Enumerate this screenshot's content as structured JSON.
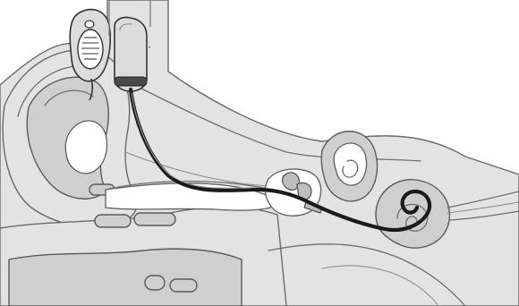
{
  "diagram": {
    "kind": "cochlear-implant-cross-section",
    "colors": {
      "background": "#ffffff",
      "tissue": "#e3e3e3",
      "tissue_dark": "#cfcfcf",
      "outline": "#6a6a6a",
      "lead_wire": "#1a1a1a",
      "device_body": "#dcdcdc"
    },
    "parts": [
      {
        "id": "sound-processor",
        "icon": "sound-processor-icon"
      },
      {
        "id": "transmitter-coil",
        "icon": "transmitter-coil-icon"
      },
      {
        "id": "electrode-lead",
        "icon": "electrode-lead-icon"
      },
      {
        "id": "ossicles",
        "icon": "ossicles-icon"
      },
      {
        "id": "semicircular-canals",
        "icon": "semicircular-canals-icon"
      },
      {
        "id": "cochlea",
        "icon": "cochlea-icon"
      },
      {
        "id": "auditory-nerve",
        "icon": "auditory-nerve-icon"
      },
      {
        "id": "ear-canal",
        "icon": "ear-canal-icon"
      }
    ]
  }
}
